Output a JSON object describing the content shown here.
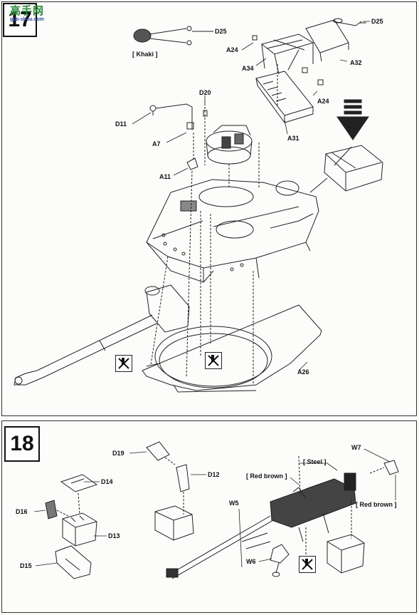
{
  "watermark": {
    "text": "高手网",
    "url": "gao-shou.com"
  },
  "step17": {
    "number": "17",
    "labels": {
      "khaki": "[ Khaki ]",
      "d25_a": "D25",
      "d25_b": "D25",
      "a24_a": "A24",
      "a24_b": "A24",
      "a34": "A34",
      "a32": "A32",
      "d20": "D20",
      "d11": "D11",
      "a7": "A7",
      "a11": "A11",
      "a31": "A31",
      "a26": "A26"
    }
  },
  "step18": {
    "number": "18",
    "labels": {
      "d19": "D19",
      "d12": "D12",
      "d14": "D14",
      "d16": "D16",
      "d13": "D13",
      "d15": "D15",
      "w5": "W5",
      "w6": "W6",
      "w7": "W7",
      "steel": "[ Steel ]",
      "red_brown_a": "[ Red brown ]",
      "red_brown_b": "[ Red brown ]"
    }
  }
}
